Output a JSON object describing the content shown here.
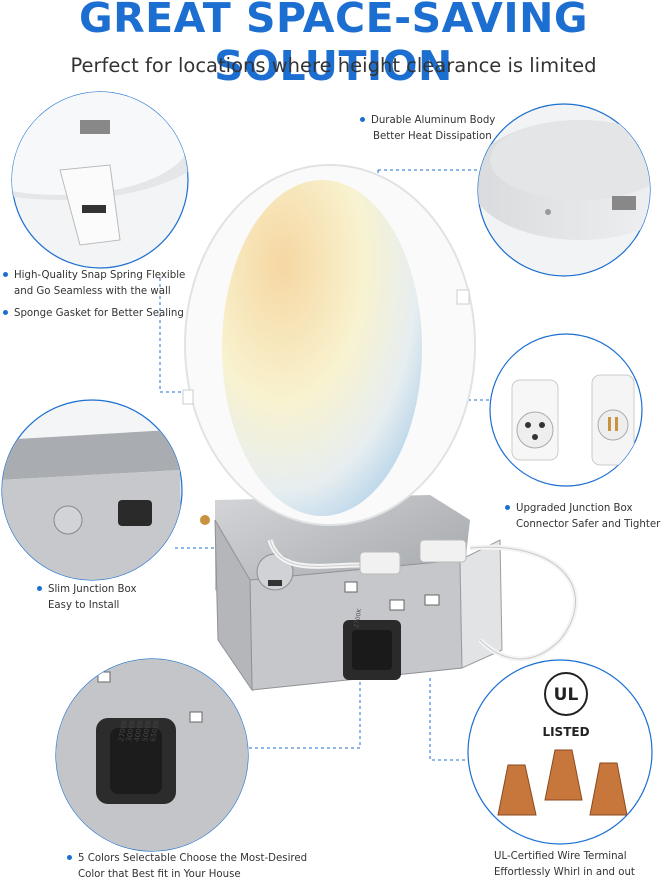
{
  "header": {
    "title": "GREAT SPACE-SAVING SOLUTION",
    "subtitle": "Perfect for locations where height clearance is limited"
  },
  "features": {
    "aluminum": {
      "line1": "Durable Aluminum Body",
      "line2": "Better Heat Dissipation"
    },
    "spring": {
      "line1": "High-Quality Snap Spring Flexible",
      "line2": "and Go Seamless with the wall"
    },
    "gasket": {
      "line1": "Sponge Gasket for Better Sealing"
    },
    "connector": {
      "line1": "Upgraded Junction Box",
      "line2": "Connector Safer and Tighter"
    },
    "slim_box": {
      "line1": "Slim Junction Box",
      "line2": "Easy to Install"
    },
    "colors": {
      "line1": "5 Colors Selectable Choose the Most-Desired",
      "line2": "Color that Best fit in Your House"
    },
    "ul": {
      "line1": "UL-Certified Wire Terminal",
      "line2": "Effortlessly Whirl in and out"
    }
  },
  "cct_labels": [
    "2700K",
    "3000K",
    "4000K",
    "5000K",
    "6500K"
  ],
  "certification": {
    "mark": "UL",
    "listed": "LISTED"
  },
  "colors": {
    "accent": "#1c6fd1",
    "text": "#333333",
    "box": "#b8babd",
    "nut": "#c8773c"
  }
}
